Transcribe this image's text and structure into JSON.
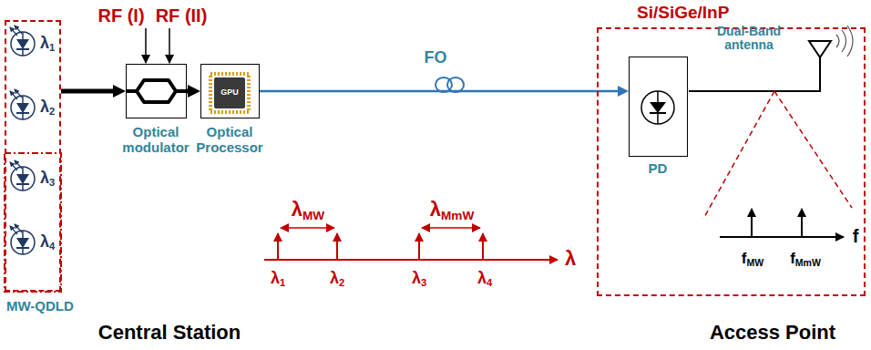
{
  "diagram": {
    "nodes": [
      {
        "text": [
          "MW-QDLD"
        ]
      },
      {
        "text": [
          "Optical modulator"
        ]
      },
      {
        "text": [
          "Optical Processor"
        ]
      },
      {
        "text": [
          "Si/SiGe/InP"
        ]
      },
      {
        "text": [
          "PD"
        ],
        "in": 3
      }
    ],
    "edges": [
      {
        "from": 0,
        "to": 1,
        "arrow": "to"
      },
      {
        "from": 1,
        "to": 2,
        "arrow": "to"
      },
      {
        "from": 2,
        "to": 4,
        "label": "FO",
        "arrow": "to"
      }
    ],
    "labels": [
      "λ1",
      "λ2",
      "λ3",
      "λ4",
      "RF (I)",
      "RF (II)",
      "λMW",
      "λMmW",
      "λ1",
      "λ2",
      "λ3",
      "λ4",
      "λ",
      "GPU",
      "Dual-Band antenna",
      "f",
      "fMW",
      "fMmW",
      "Central Station",
      "Access Point"
    ]
  }
}
